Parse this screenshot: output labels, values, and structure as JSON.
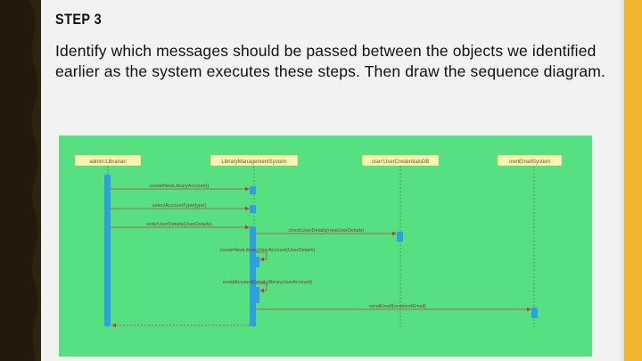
{
  "slide": {
    "title": "STEP 3",
    "body": "Identify which messages should be passed between the objects we identified earlier as the system executes these steps. Then draw the sequence diagram."
  },
  "diagram": {
    "lifelines": [
      {
        "id": "librarian",
        "label": "admin:Librarian"
      },
      {
        "id": "lms",
        "label": "LibraryManagementSystem"
      },
      {
        "id": "userdb",
        "label": "user:UserCredentialsDB"
      },
      {
        "id": "email",
        "label": "ownEmailSystem"
      }
    ],
    "messages": [
      {
        "label": "createNewLibraryAccount()"
      },
      {
        "label": "selectAccountType(type)"
      },
      {
        "label": "enterUserDetails(UserDetails)"
      },
      {
        "label": "checkUserDetails(newUserDetails)"
      },
      {
        "label": "createNewLibraryUserAccount(UserDetails)"
      },
      {
        "label": "emailAccountDetails(libraryUserAccount)"
      },
      {
        "label": "sendEmail(recipientEmail)"
      }
    ],
    "colors": {
      "background": "#56e082",
      "activation": "#2f9fe0",
      "lifeline_header": "#f7f4b0",
      "arrow": "#c33b3b"
    }
  }
}
